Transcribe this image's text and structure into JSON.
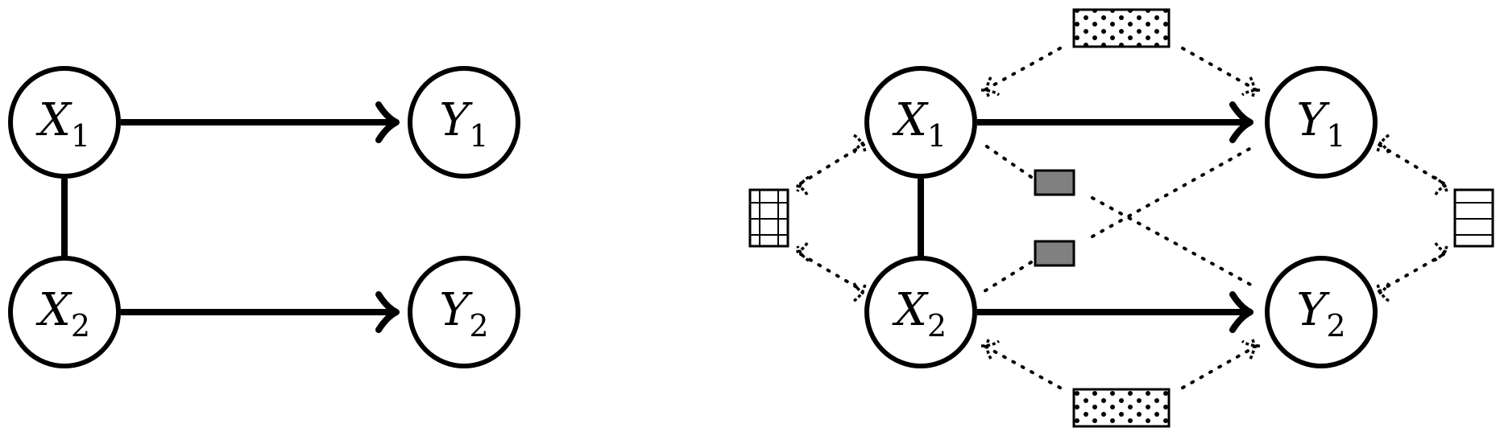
{
  "nodes": [
    {
      "id": "left-x1",
      "var": "X",
      "sub": "1"
    },
    {
      "id": "left-x2",
      "var": "X",
      "sub": "2"
    },
    {
      "id": "left-y1",
      "var": "Y",
      "sub": "1"
    },
    {
      "id": "left-y2",
      "var": "Y",
      "sub": "2"
    },
    {
      "id": "right-x1",
      "var": "X",
      "sub": "1"
    },
    {
      "id": "right-x2",
      "var": "X",
      "sub": "2"
    },
    {
      "id": "right-y1",
      "var": "Y",
      "sub": "1"
    },
    {
      "id": "right-y2",
      "var": "Y",
      "sub": "2"
    }
  ],
  "edges": [
    {
      "id": "left-x1-y1",
      "from": "left-x1",
      "to": "left-y1",
      "style": "directed"
    },
    {
      "id": "left-x2-y2",
      "from": "left-x2",
      "to": "left-y2",
      "style": "directed"
    },
    {
      "id": "left-x1-x2",
      "from": "left-x1",
      "to": "left-x2",
      "style": "undirected"
    },
    {
      "id": "right-x1-y1",
      "from": "right-x1",
      "to": "right-y1",
      "style": "directed"
    },
    {
      "id": "right-x2-y2",
      "from": "right-x2",
      "to": "right-y2",
      "style": "directed"
    },
    {
      "id": "right-x1-x2",
      "from": "right-x1",
      "to": "right-x2",
      "style": "undirected"
    }
  ],
  "latent_factors": [
    {
      "id": "dotted-top",
      "pattern": "dots",
      "connects": [
        "right-x1",
        "right-y1"
      ]
    },
    {
      "id": "dotted-bottom",
      "pattern": "dots",
      "connects": [
        "right-x2",
        "right-y2"
      ]
    },
    {
      "id": "grid-left",
      "pattern": "grid",
      "connects": [
        "right-x1",
        "right-x2"
      ]
    },
    {
      "id": "lines-right",
      "pattern": "horizontal-lines",
      "connects": [
        "right-y1",
        "right-y2"
      ]
    },
    {
      "id": "gray-upper",
      "pattern": "solid-gray",
      "connects": [
        "right-x1",
        "right-y2"
      ]
    },
    {
      "id": "gray-lower",
      "pattern": "solid-gray",
      "connects": [
        "right-x2",
        "right-y1"
      ]
    }
  ]
}
